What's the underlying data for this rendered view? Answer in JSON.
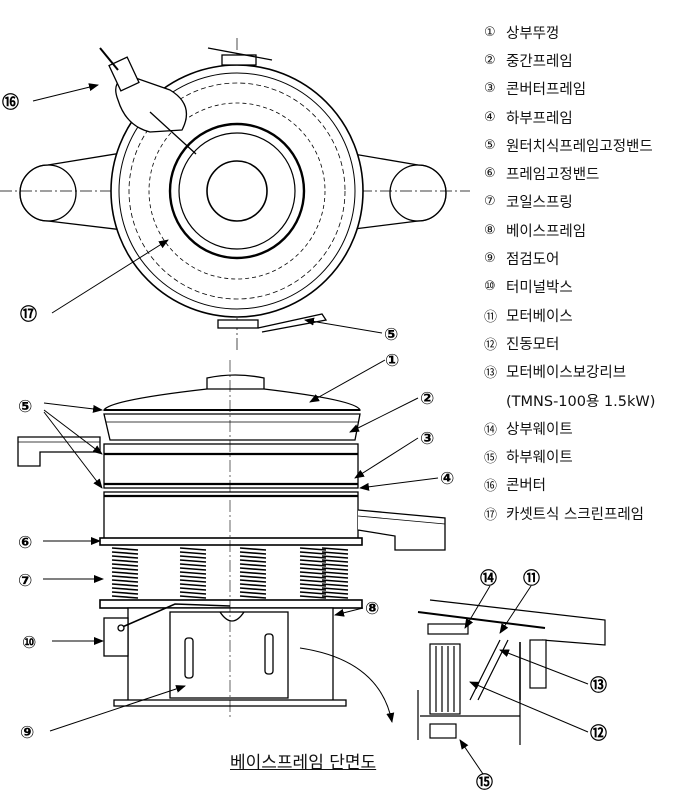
{
  "legend": [
    {
      "num": "①",
      "text": "상부뚜껑"
    },
    {
      "num": "②",
      "text": "중간프레임"
    },
    {
      "num": "③",
      "text": "콘버터프레임"
    },
    {
      "num": "④",
      "text": "하부프레임"
    },
    {
      "num": "⑤",
      "text": "원터치식프레임고정밴드"
    },
    {
      "num": "⑥",
      "text": "프레임고정밴드"
    },
    {
      "num": "⑦",
      "text": "코일스프링"
    },
    {
      "num": "⑧",
      "text": "베이스프레임"
    },
    {
      "num": "⑨",
      "text": "점검도어"
    },
    {
      "num": "⑩",
      "text": "터미널박스"
    },
    {
      "num": "⑪",
      "text": "모터베이스"
    },
    {
      "num": "⑫",
      "text": "진동모터"
    },
    {
      "num": "⑬",
      "text": "모터베이스보강리브"
    },
    {
      "num": "",
      "text": "(TMNS-100용 1.5kW)"
    },
    {
      "num": "⑭",
      "text": "상부웨이트"
    },
    {
      "num": "⑮",
      "text": "하부웨이트"
    },
    {
      "num": "⑯",
      "text": "콘버터"
    },
    {
      "num": "⑰",
      "text": "카셋트식 스크린프레임"
    }
  ],
  "callouts": {
    "c1": "①",
    "c2": "②",
    "c3": "③",
    "c4": "④",
    "c5": "⑤",
    "c6": "⑥",
    "c7": "⑦",
    "c8": "⑧",
    "c9": "⑨",
    "c10": "⑩",
    "c11": "⑪",
    "c12": "⑫",
    "c13": "⑬",
    "c14": "⑭",
    "c15": "⑮",
    "c16": "⑯",
    "c17": "⑰"
  },
  "caption": "베이스프레임 단면도"
}
